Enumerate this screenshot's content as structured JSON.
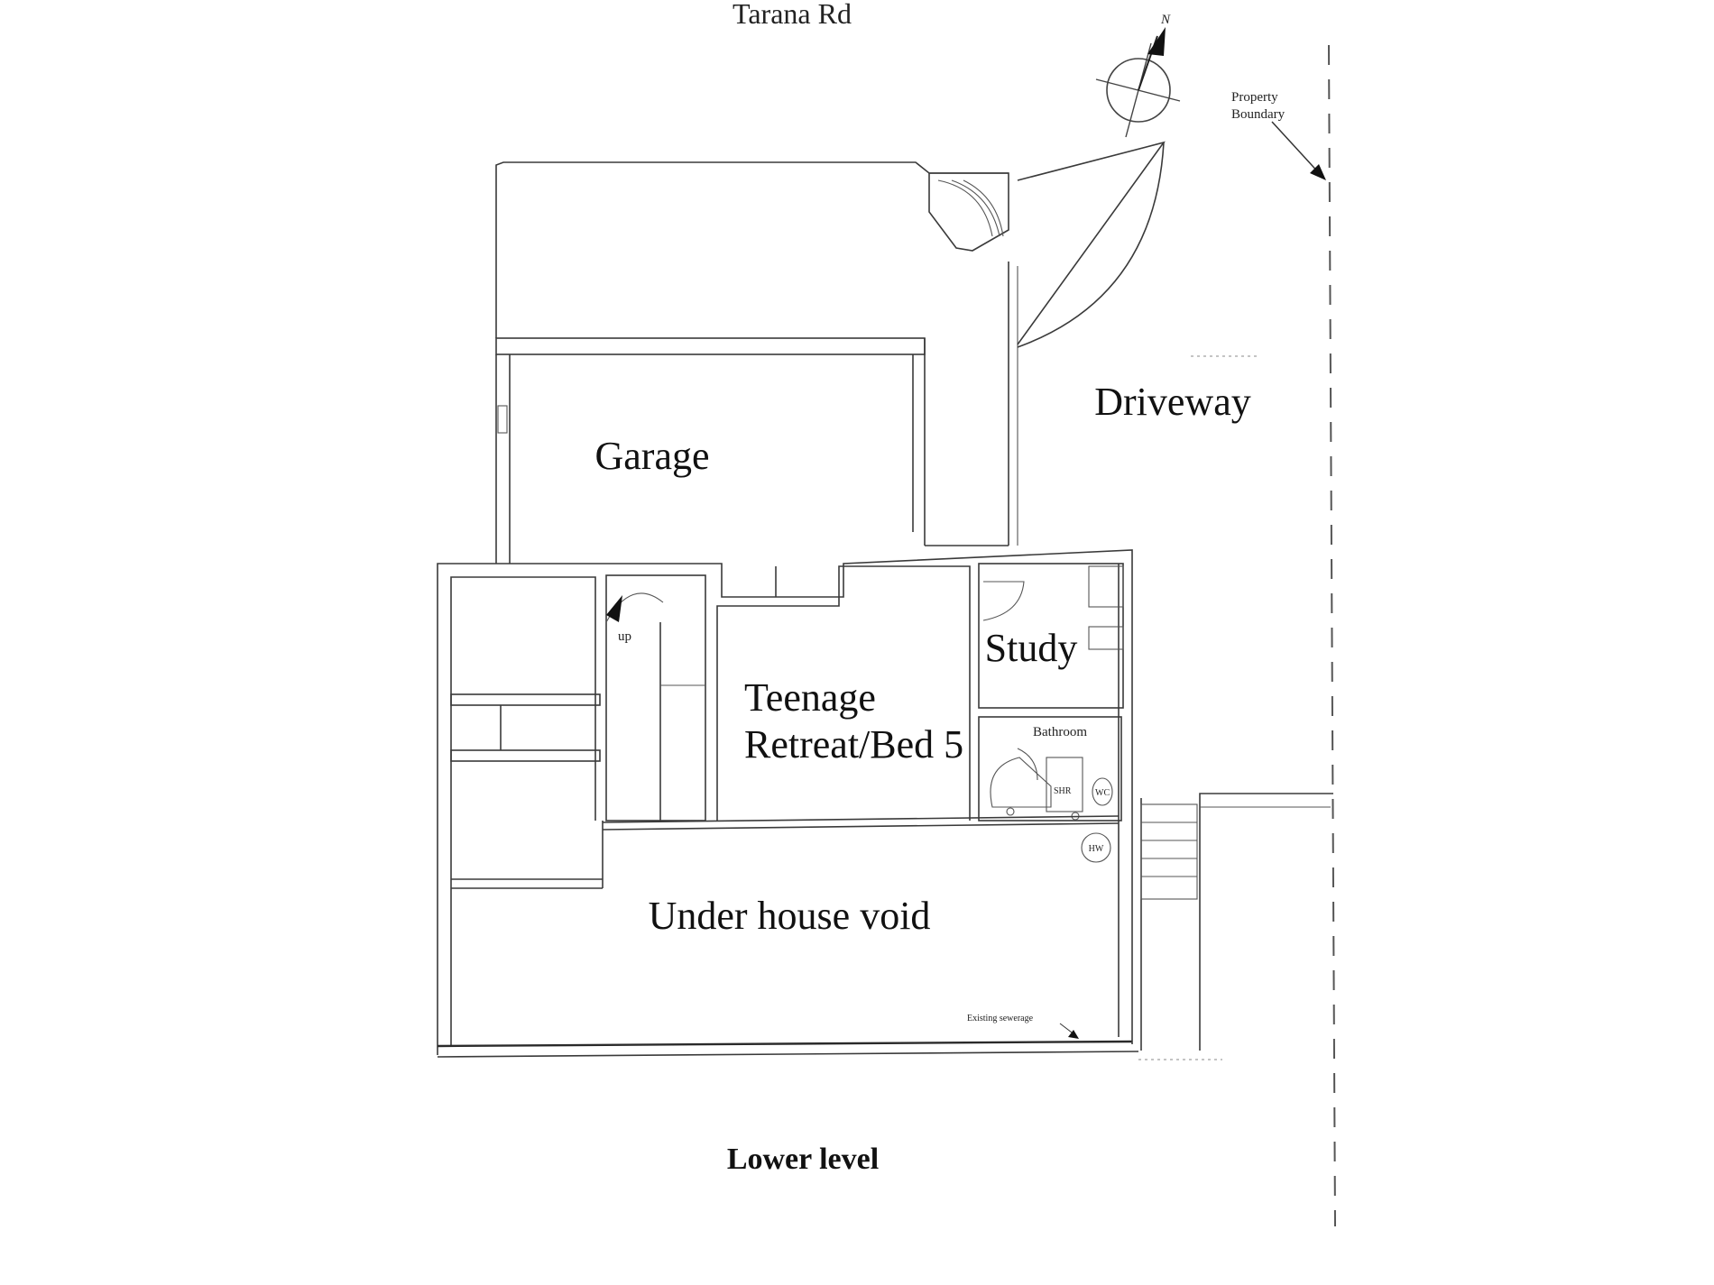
{
  "street_label": "Tarana Rd",
  "north_label": "N",
  "property_boundary_label": [
    "Property",
    "Boundary"
  ],
  "rooms": {
    "driveway": "Driveway",
    "garage": "Garage",
    "study": "Study",
    "teenage_retreat": [
      "Teenage",
      "Retreat/Bed 5"
    ],
    "bathroom": "Bathroom",
    "under_house_void": "Under house void"
  },
  "fixtures": {
    "stair_up": "up",
    "shower": "SHR",
    "wc": "WC",
    "hot_water": "HW",
    "existing_sewerage": "Existing sewerage"
  },
  "caption": "Lower level"
}
